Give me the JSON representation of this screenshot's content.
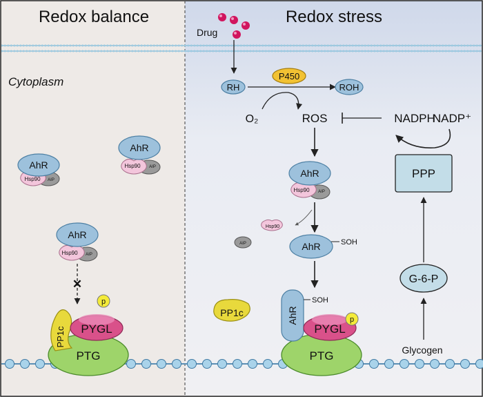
{
  "panels": {
    "left_title": "Redox balance",
    "right_title": "Redox stress",
    "cytoplasm": "Cytoplasm"
  },
  "labels": {
    "drug": "Drug",
    "rh": "RH",
    "p450": "P450",
    "roh": "ROH",
    "o2": "O₂",
    "ros": "ROS",
    "nadph": "NADPH",
    "nadp": "NADP⁺",
    "ppp": "PPP",
    "g6p": "G-6-P",
    "glycogen": "Glycogen",
    "ahr": "AhR",
    "hsp90": "Hsp90",
    "aip": "AIP",
    "soh": "SOH",
    "pp1c": "PP1c",
    "pygl": "PYGL",
    "ptg": "PTG",
    "p": "p",
    "block": "✕"
  },
  "colors": {
    "left_bg": "#efebe8",
    "right_bg": "#e4e8f1",
    "ahr": "#9dc1dc",
    "hsp90": "#f3c6dc",
    "aip": "#9a9a9a",
    "pygl": "#d9518a",
    "ptg": "#9ed46a",
    "pp1c": "#e8d93c",
    "drug": "#d1155e",
    "p450": "#f2c233",
    "box": "#c3dde8"
  }
}
